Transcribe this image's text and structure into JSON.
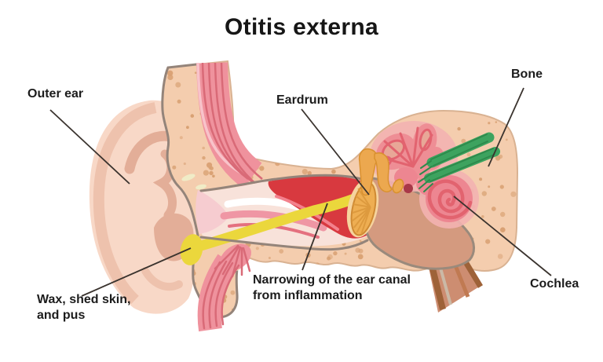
{
  "title": "Otitis externa",
  "labels": {
    "outer_ear": "Outer ear",
    "eardrum": "Eardrum",
    "bone": "Bone",
    "cochlea": "Cochlea",
    "wax_line1": "Wax, shed skin,",
    "wax_line2": "and pus",
    "narrowing_line1": "Narrowing of the ear canal",
    "narrowing_line2": "from inflammation"
  },
  "colors": {
    "background": "#ffffff",
    "text": "#1c1c1c",
    "leader_line": "#3a332e",
    "bone_fill": "#f4cdae",
    "bone_soft_edge": "#d9b292",
    "bone_outline": "#94847a",
    "bone_speckle": "#d8a072",
    "bone_highlight": "#f0eec9",
    "pinna": "#f8d8c7",
    "pinna_rim": "#eec2ad",
    "pinna_fold": "#e3ae98",
    "muscle": "#ef929d",
    "muscle_stripe": "#d96a77",
    "canal_interior": "#f8e2da",
    "canal_streak_pink": "#ef96a4",
    "inflammation_red": "#d8393f",
    "wax_yellow": "#ebd73c",
    "eardrum_orange": "#eeae52",
    "eardrum_rim": "#f6d49e",
    "eardrum_stroke": "#cf8a33",
    "eardrum_fan": "#dd9a3e",
    "ossicle_orange": "#eca84f",
    "cavity_tan": "#d49a7f",
    "inner_ear_pink": "#ee8e95",
    "inner_ear_mid": "#ed8691",
    "inner_ear_halo": "#f3b2b1",
    "inner_ear_line": "#e2636f",
    "inner_ear_hole": "#e8a797",
    "oval_window_red": "#a83848",
    "nerve_green": "#3da35f",
    "nerve_dark_green": "#2e8a4c",
    "tube_fill": "#cd8d71",
    "tube_brown": "#9e6238",
    "tube_stripe": "#cbb9a6"
  }
}
